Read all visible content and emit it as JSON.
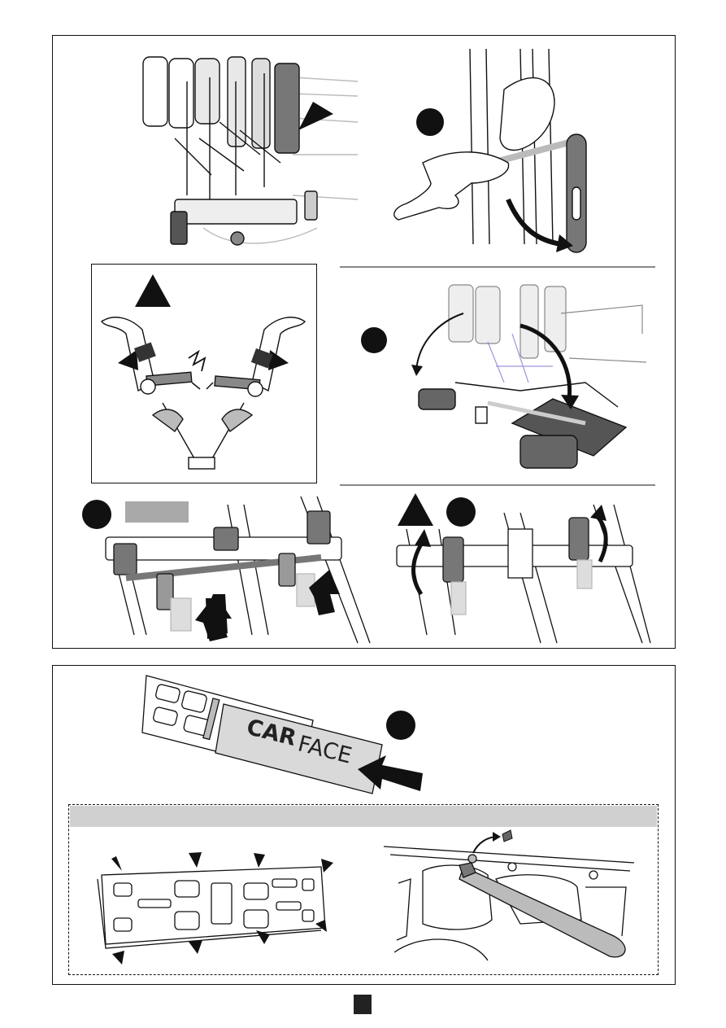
{
  "plate": {
    "brand_bold": "CAR",
    "brand_light": "FACE"
  },
  "colors": {
    "ink": "#111111",
    "metal": "#d9d9d9",
    "dark_part": "#7a7a7a",
    "banner_grey": "#d0d0d0",
    "label_grey": "#a9a9a9",
    "accent_purple": "#8a7ad0"
  },
  "icons": {
    "step_badge": "filled-black-circle",
    "warning": "filled-black-triangle",
    "direction": "curved-arrow",
    "push": "straight-arrow"
  }
}
